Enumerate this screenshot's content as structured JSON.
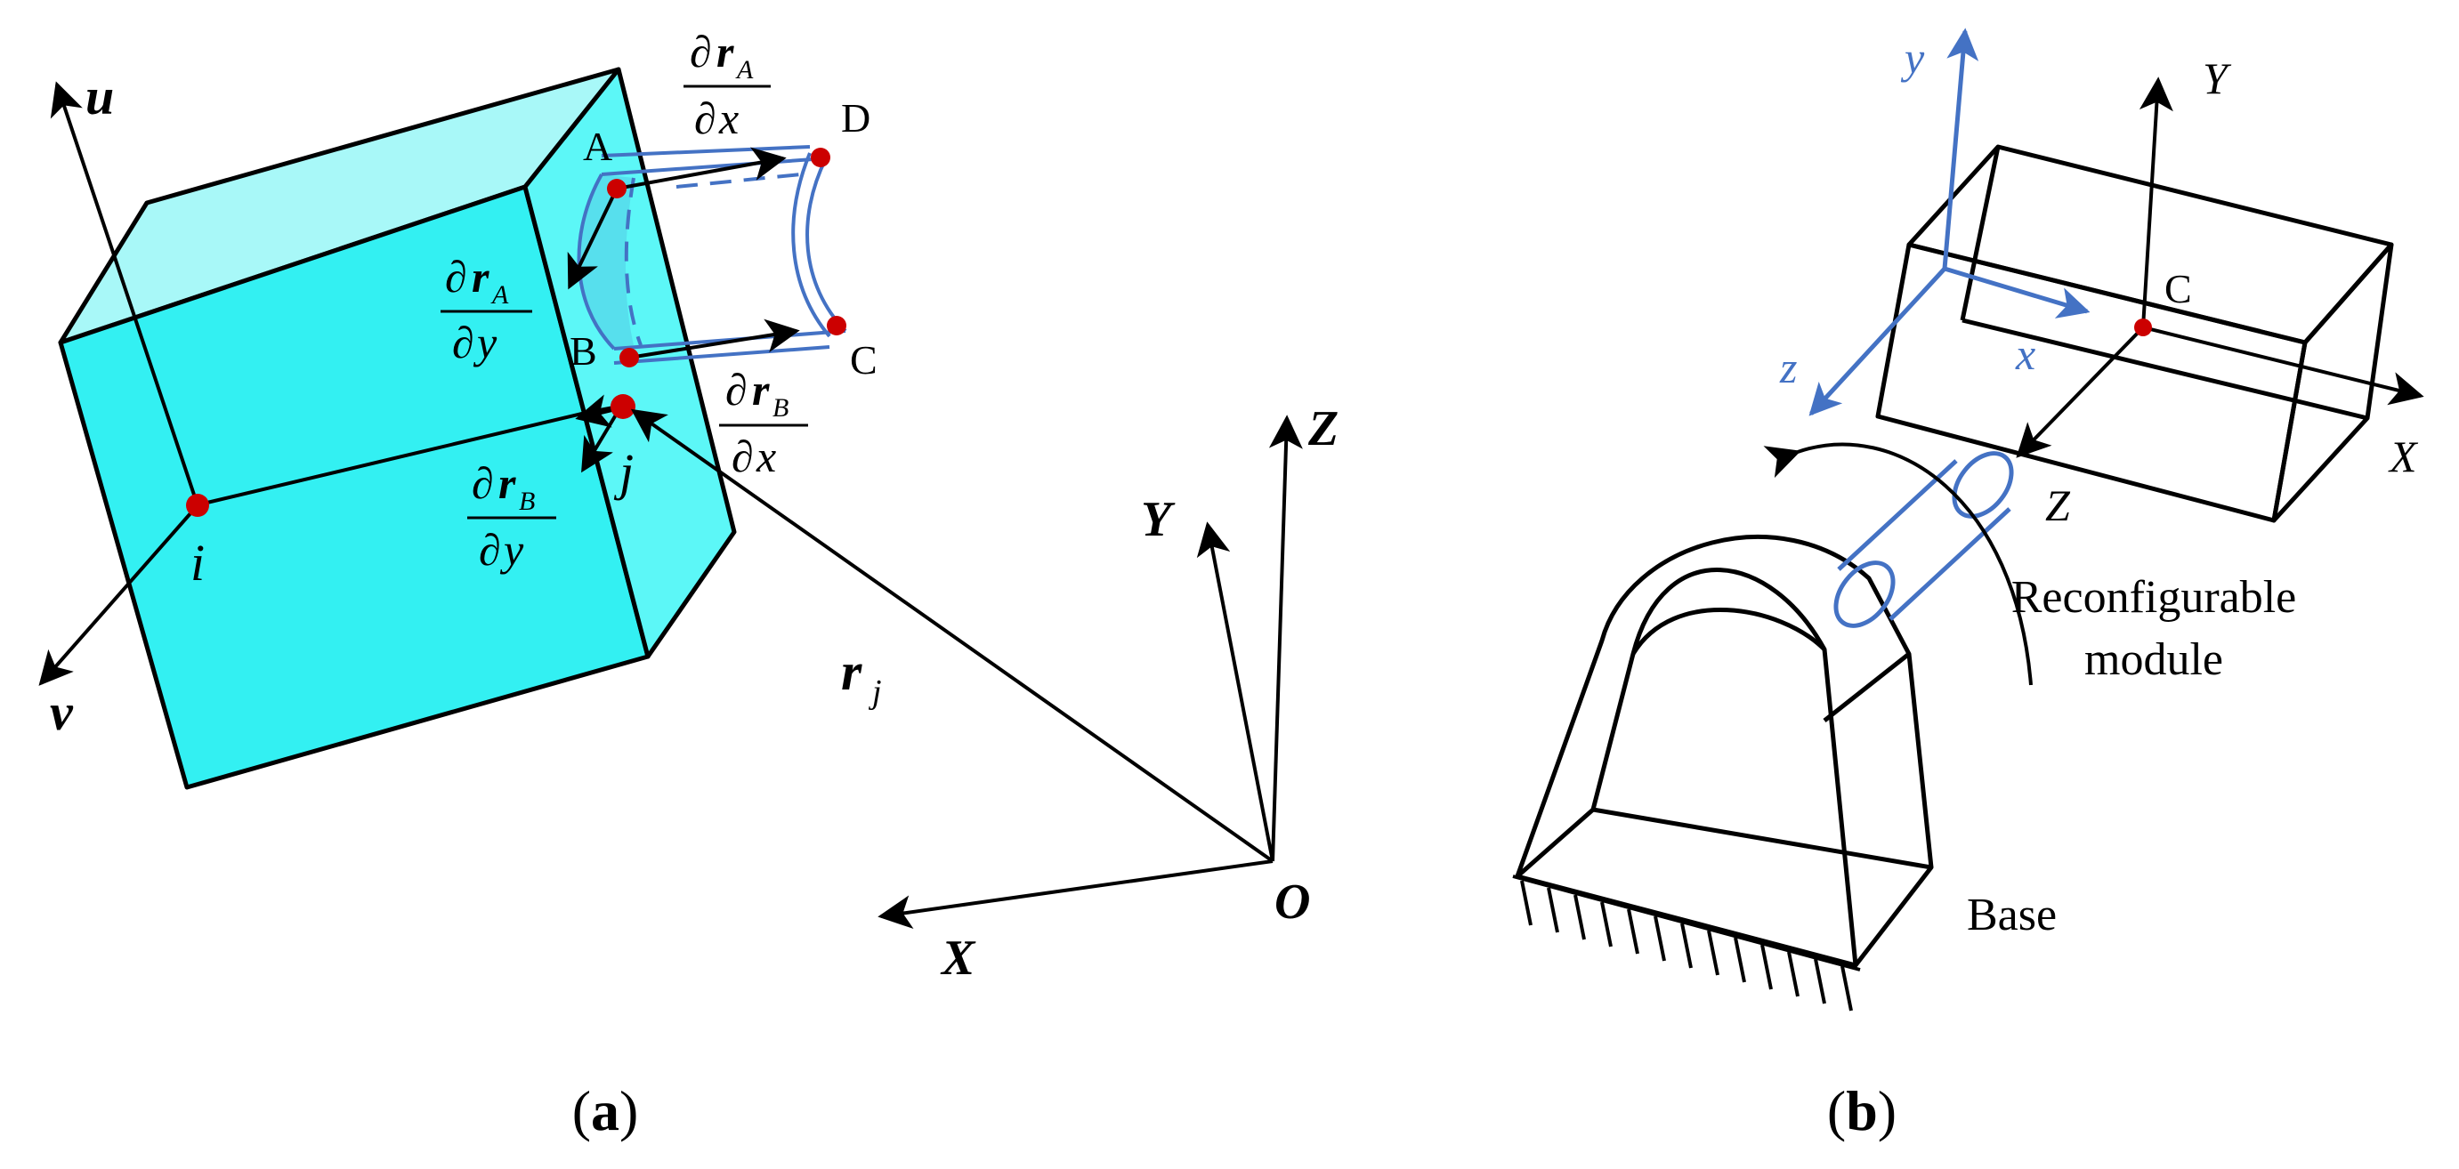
{
  "panel_a": {
    "caption_open": "(",
    "caption_letter": "a",
    "caption_close": ")",
    "axis_u": "u",
    "axis_v": "v",
    "point_i": "i",
    "point_j": "j",
    "point_A": "A",
    "point_B": "B",
    "point_C": "C",
    "point_D": "D",
    "partial": "∂",
    "r": "r",
    "sub_A": "A",
    "sub_B": "B",
    "var_x": "x",
    "var_y": "y",
    "rj_r": "r",
    "rj_sub": "j",
    "global_X": "X",
    "global_Y": "Y",
    "global_Z": "Z",
    "origin_O": "O"
  },
  "panel_b": {
    "caption_open": "(",
    "caption_letter": "b",
    "caption_close": ")",
    "local_x": "x",
    "local_y": "y",
    "local_z": "z",
    "point_C": "C",
    "frame_X": "X",
    "frame_Y": "Y",
    "frame_Z": "Z",
    "module_label_line1": "Reconfigurable",
    "module_label_line2": "module",
    "base_label": "Base"
  },
  "colors": {
    "cube_front": "#33f0f2",
    "cube_top": "#a8f8f8",
    "cube_side": "#5cf7f7",
    "accent_blue": "#4472c4",
    "node_red": "#cc0000",
    "ink": "#000000"
  },
  "icons": {
    "node_marker": "red-dot",
    "axis_arrow": "arrowhead"
  }
}
